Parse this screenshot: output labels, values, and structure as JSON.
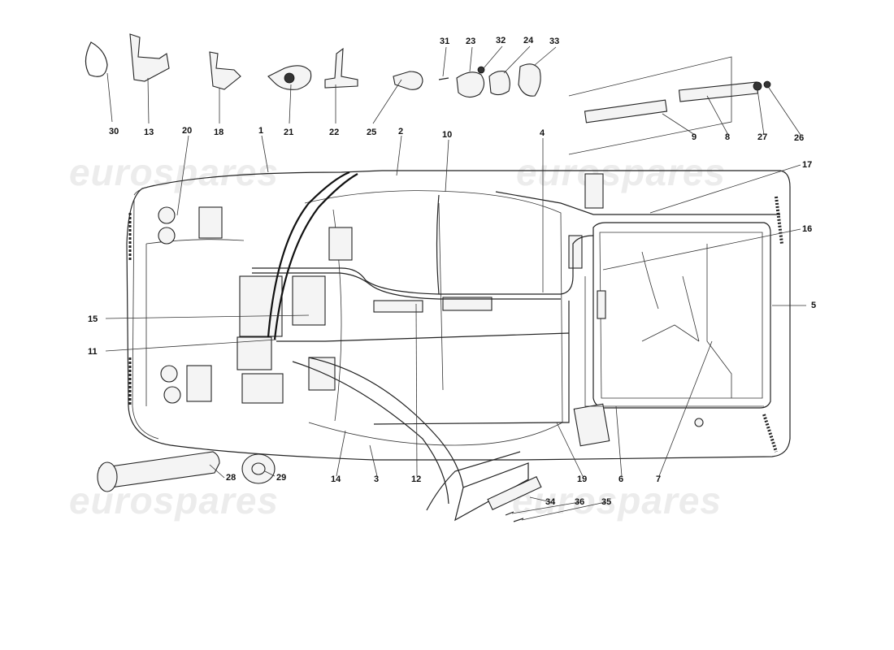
{
  "watermark": {
    "text": "eurospares"
  },
  "callouts": [
    {
      "id": "30",
      "label": "30"
    },
    {
      "id": "13",
      "label": "13"
    },
    {
      "id": "18",
      "label": "18"
    },
    {
      "id": "21",
      "label": "21"
    },
    {
      "id": "22",
      "label": "22"
    },
    {
      "id": "25",
      "label": "25"
    },
    {
      "id": "31",
      "label": "31"
    },
    {
      "id": "23",
      "label": "23"
    },
    {
      "id": "32",
      "label": "32"
    },
    {
      "id": "24",
      "label": "24"
    },
    {
      "id": "33",
      "label": "33"
    },
    {
      "id": "20",
      "label": "20"
    },
    {
      "id": "1",
      "label": "1"
    },
    {
      "id": "2",
      "label": "2"
    },
    {
      "id": "10",
      "label": "10"
    },
    {
      "id": "4",
      "label": "4"
    },
    {
      "id": "9",
      "label": "9"
    },
    {
      "id": "8",
      "label": "8"
    },
    {
      "id": "27",
      "label": "27"
    },
    {
      "id": "26",
      "label": "26"
    },
    {
      "id": "17",
      "label": "17"
    },
    {
      "id": "16",
      "label": "16"
    },
    {
      "id": "5",
      "label": "5"
    },
    {
      "id": "15",
      "label": "15"
    },
    {
      "id": "11",
      "label": "11"
    },
    {
      "id": "28",
      "label": "28"
    },
    {
      "id": "29",
      "label": "29"
    },
    {
      "id": "14",
      "label": "14"
    },
    {
      "id": "3",
      "label": "3"
    },
    {
      "id": "12",
      "label": "12"
    },
    {
      "id": "19",
      "label": "19"
    },
    {
      "id": "6",
      "label": "6"
    },
    {
      "id": "7",
      "label": "7"
    },
    {
      "id": "34",
      "label": "34"
    },
    {
      "id": "36",
      "label": "36"
    },
    {
      "id": "35",
      "label": "35"
    }
  ]
}
